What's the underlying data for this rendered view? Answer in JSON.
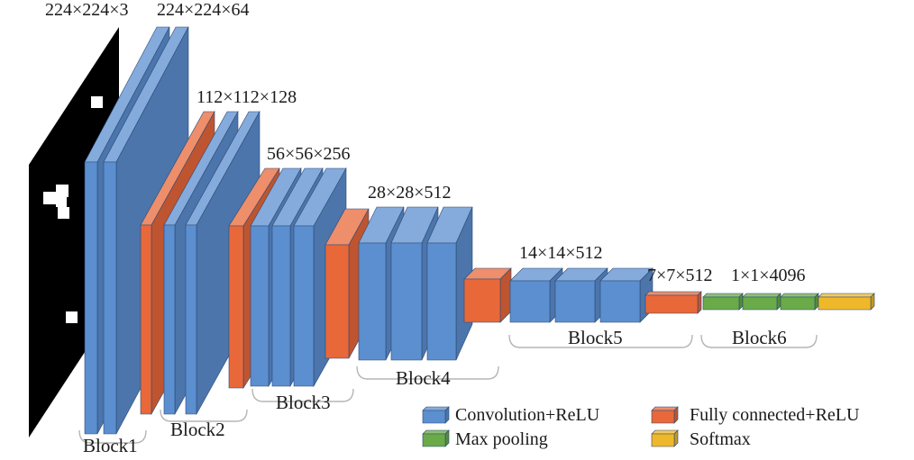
{
  "colors": {
    "conv_relu": "#5b8fd0",
    "max_pooling": "#6aaa48",
    "fully_connected_relu": "#e8683a",
    "softmax": "#efb82a",
    "input": "#000000"
  },
  "dimension_labels": {
    "input": "224×224×3",
    "block1": "224×224×64",
    "block2": "112×112×128",
    "block3": "56×56×256",
    "block4": "28×28×512",
    "block5": "14×14×512",
    "fc": "7×7×512",
    "out": "1×1×4096"
  },
  "blocks": {
    "block1": "Block1",
    "block2": "Block2",
    "block3": "Block3",
    "block4": "Block4",
    "block5": "Block5",
    "block6": "Block6"
  },
  "legend": {
    "conv_relu": "Convolution+ReLU",
    "fully_connected_relu": "Fully connected+ReLU",
    "max_pooling": "Max pooling",
    "softmax": "Softmax"
  }
}
